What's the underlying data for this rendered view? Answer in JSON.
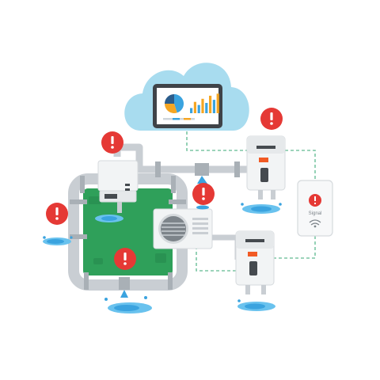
{
  "sensor": {
    "label": "Signal"
  },
  "colors": {
    "cloud": "#a8dcef",
    "pipe": "#c9ced3",
    "pipe_dark": "#a9b0b6",
    "floor": "#2fa05a",
    "floor_dark": "#238349",
    "water": "#3aa3df",
    "water_light": "#69c2ee",
    "alert": "#e53935",
    "connector": "#7bc6a4",
    "device": "#f2f4f5",
    "device_edge": "#d6dadd",
    "panel": "#454a4f",
    "accent_orange": "#f15a24"
  },
  "screen_chart": {
    "type": "bar",
    "bars": [
      0.25,
      0.55,
      0.4,
      0.7,
      0.5,
      0.85,
      0.65,
      0.95
    ],
    "pie_slices": [
      0.45,
      0.3,
      0.25
    ]
  },
  "icons": {
    "alert": "alert-icon",
    "leak": "water-leak-icon",
    "wifi": "wifi-icon",
    "cloud": "cloud-icon"
  }
}
